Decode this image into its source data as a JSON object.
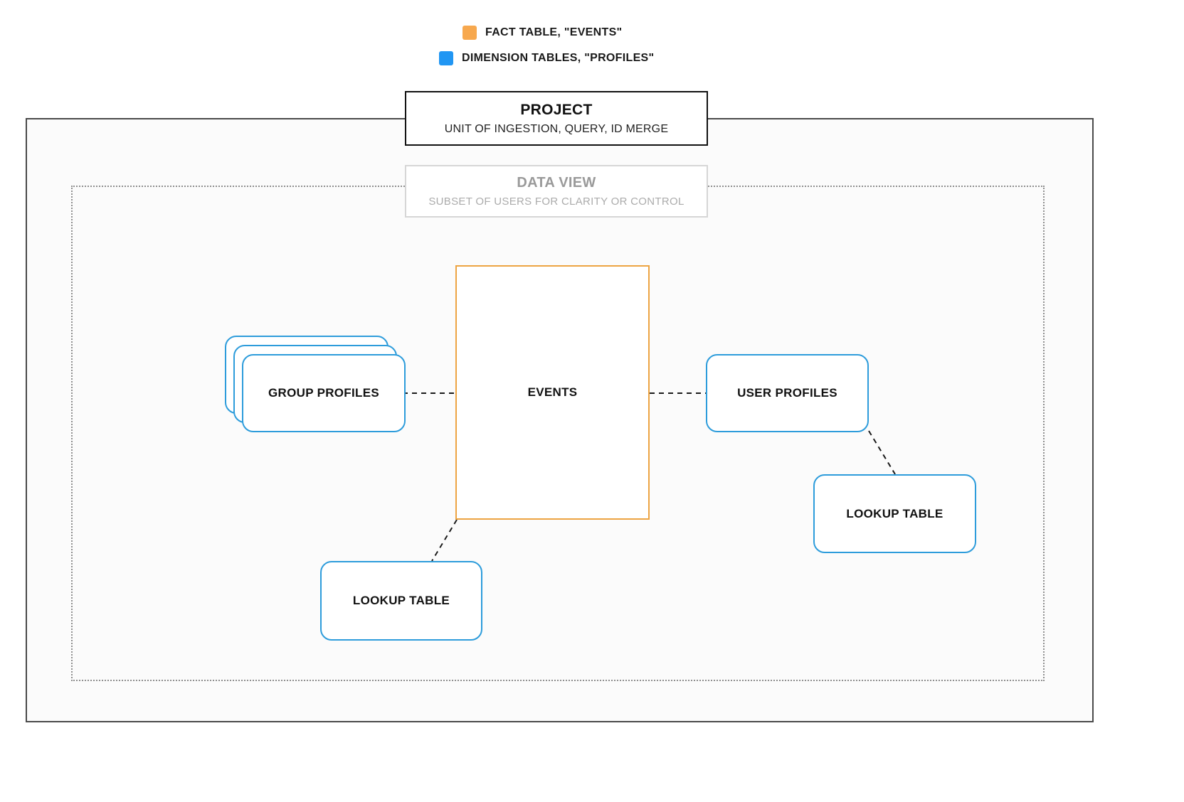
{
  "legend": {
    "items": [
      {
        "name": "fact-table-legend",
        "label": "FACT TABLE, \"EVENTS\"",
        "color": "#f7a84e"
      },
      {
        "name": "dimension-tables-legend",
        "label": "DIMENSION TABLES, \"PROFILES\"",
        "color": "#2196f3"
      }
    ]
  },
  "project": {
    "title": "PROJECT",
    "subtitle": "UNIT OF INGESTION, QUERY, ID MERGE"
  },
  "data_view": {
    "title": "DATA VIEW",
    "subtitle": "SUBSET OF USERS FOR CLARITY OR CONTROL"
  },
  "nodes": {
    "events": {
      "label": "EVENTS",
      "border_color": "#eda442"
    },
    "group_profiles": {
      "label": "GROUP PROFILES",
      "border_color": "#2d9cdb"
    },
    "user_profiles": {
      "label": "USER PROFILES",
      "border_color": "#2d9cdb"
    },
    "lookup_table_right": {
      "label": "LOOKUP TABLE",
      "border_color": "#2d9cdb"
    },
    "lookup_table_bottom": {
      "label": "LOOKUP TABLE",
      "border_color": "#2d9cdb"
    }
  },
  "colors": {
    "fact_accent": "#f7a84e",
    "dimension_accent": "#2196f3",
    "dimension_border": "#2d9cdb",
    "project_border": "#111111",
    "boundary_border": "#4a4a4a",
    "data_view_gray": "#9a9a9a"
  }
}
